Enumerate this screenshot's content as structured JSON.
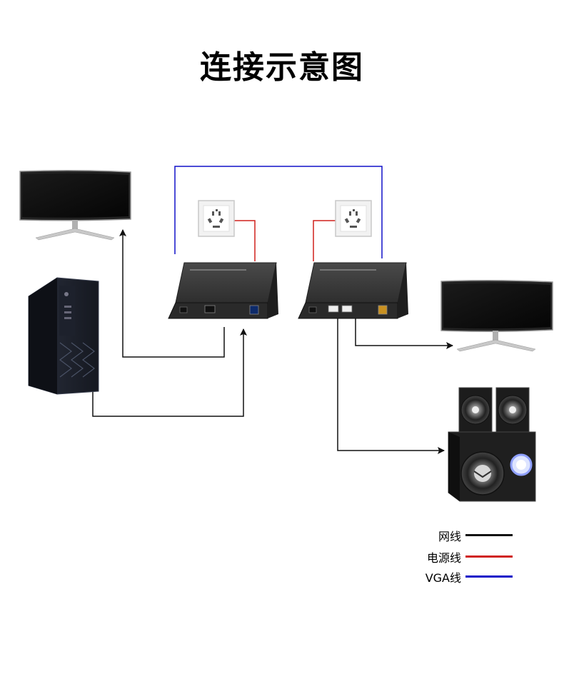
{
  "title": "连接示意图",
  "legend": [
    {
      "label": "网线",
      "color": "#111111"
    },
    {
      "label": "电源线",
      "color": "#d0201c"
    },
    {
      "label": "VGA线",
      "color": "#1010c8"
    }
  ],
  "colors": {
    "network": "#111111",
    "power": "#d0201c",
    "vga": "#1010c8",
    "device_body": "#3a3a3a"
  },
  "icons": [
    "monitor-icon",
    "pc-tower-icon",
    "power-socket-icon",
    "extender-box-icon",
    "speaker-icon"
  ]
}
